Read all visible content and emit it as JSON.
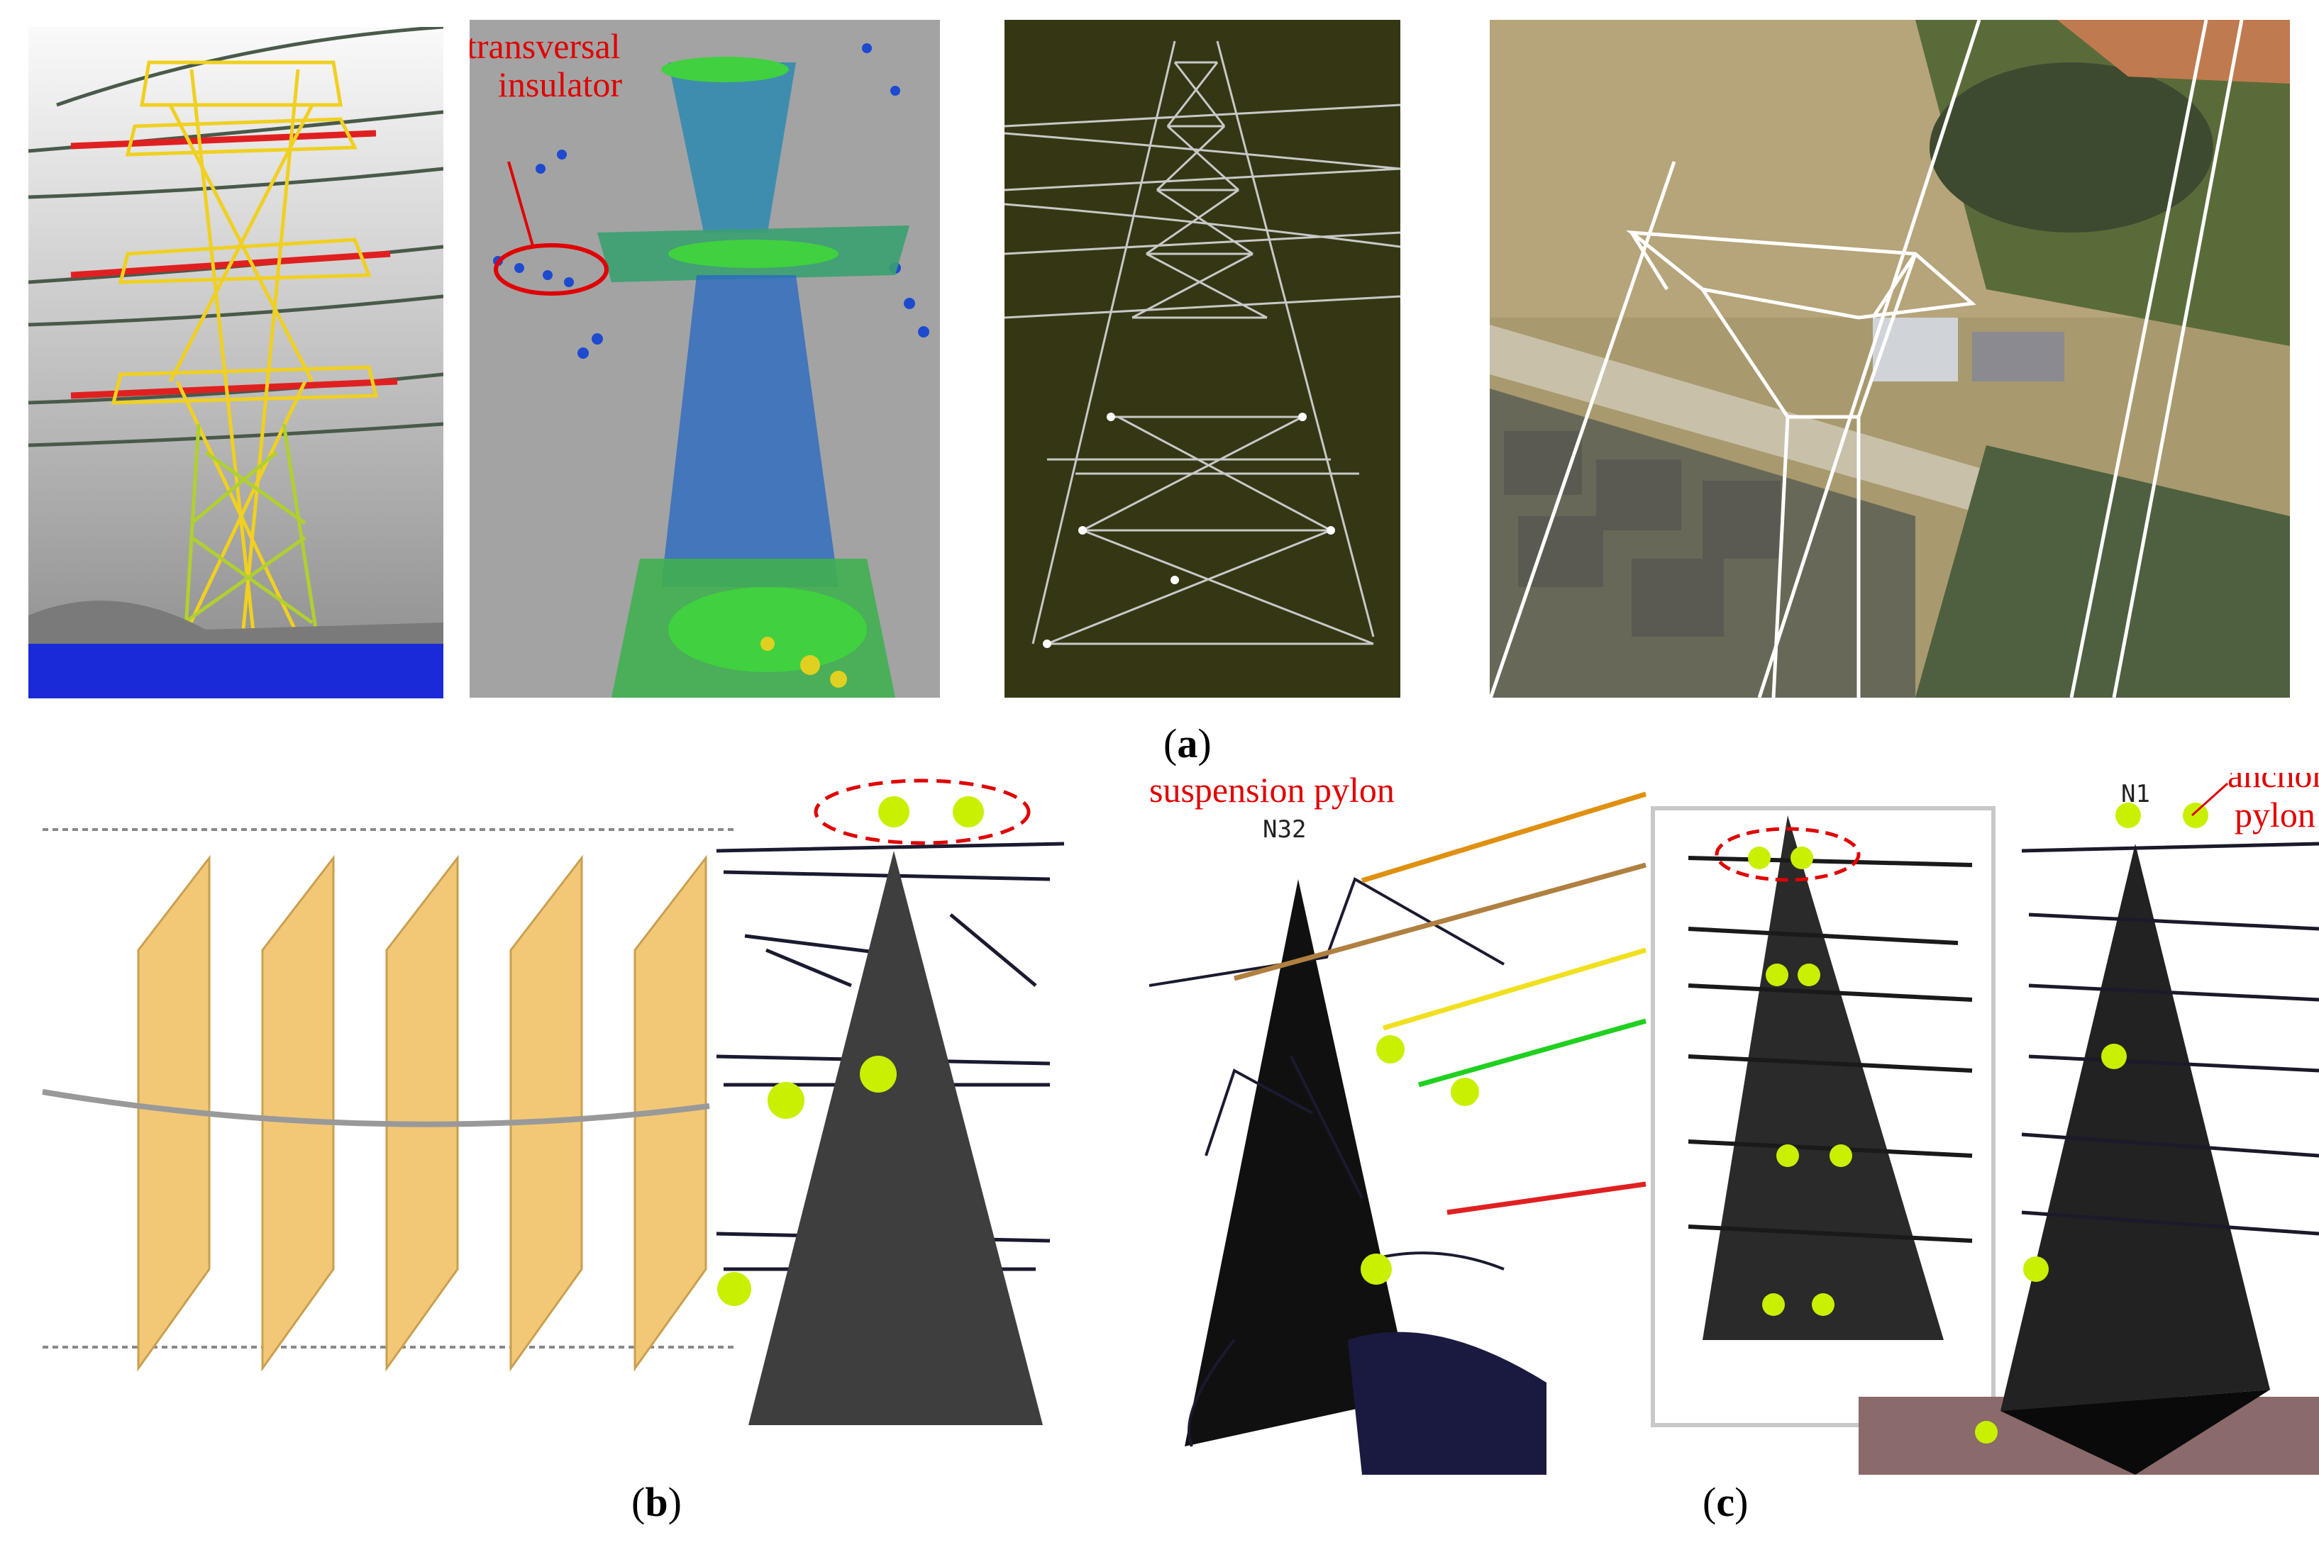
{
  "figure": {
    "caption_a": "a",
    "caption_b": "b",
    "caption_c": "c",
    "annotations": {
      "transversal_insulator": [
        "transversal",
        "insulator"
      ],
      "suspension_pylon": "suspension pylon",
      "anchor_pylon": [
        "anchor",
        "pylon"
      ],
      "n32": "N32",
      "n1": "N1"
    }
  },
  "colors": {
    "annotation_red": "#e00000",
    "marker_green": "#c8f000",
    "plane_fill": "#f2c877",
    "olive_bg": "#353714"
  }
}
